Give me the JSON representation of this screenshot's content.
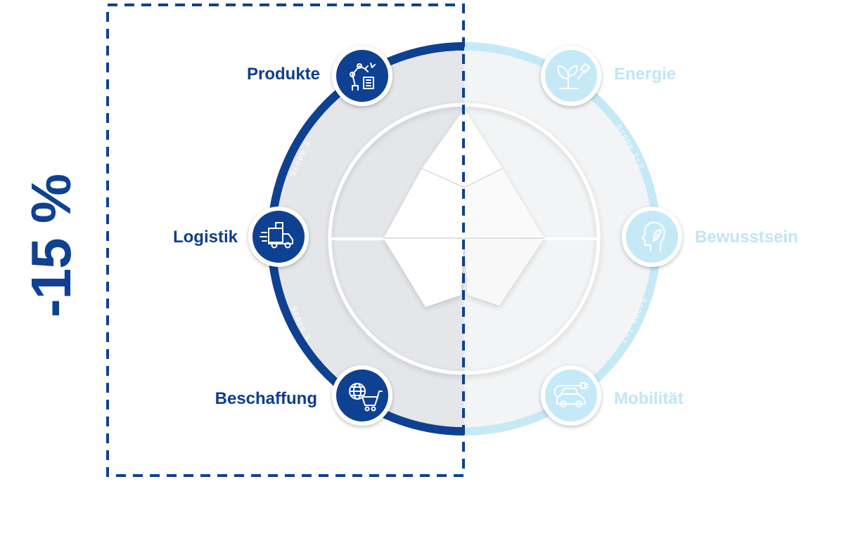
{
  "reduction_label": "-15 %",
  "left_items": [
    {
      "label": "Produkte",
      "icon": "factory-robot-icon"
    },
    {
      "label": "Logistik",
      "icon": "delivery-truck-icon"
    },
    {
      "label": "Beschaffung",
      "icon": "globe-cart-icon"
    }
  ],
  "right_items": [
    {
      "label": "Energie",
      "icon": "plant-plug-icon"
    },
    {
      "label": "Bewusstsein",
      "icon": "head-leaf-icon"
    },
    {
      "label": "Mobilität",
      "icon": "electric-car-icon"
    }
  ],
  "scope_labels": {
    "left_upper": "Scope 3",
    "left_lower": "Scope 3",
    "right_upper": "Scope 1+2",
    "right_lower": "Scope 1+2"
  },
  "colors": {
    "dark_blue": "#0e4192",
    "light_blue": "#c6e9f7",
    "left_fill": "#e4e6ea",
    "right_fill": "#f3f4f5"
  }
}
